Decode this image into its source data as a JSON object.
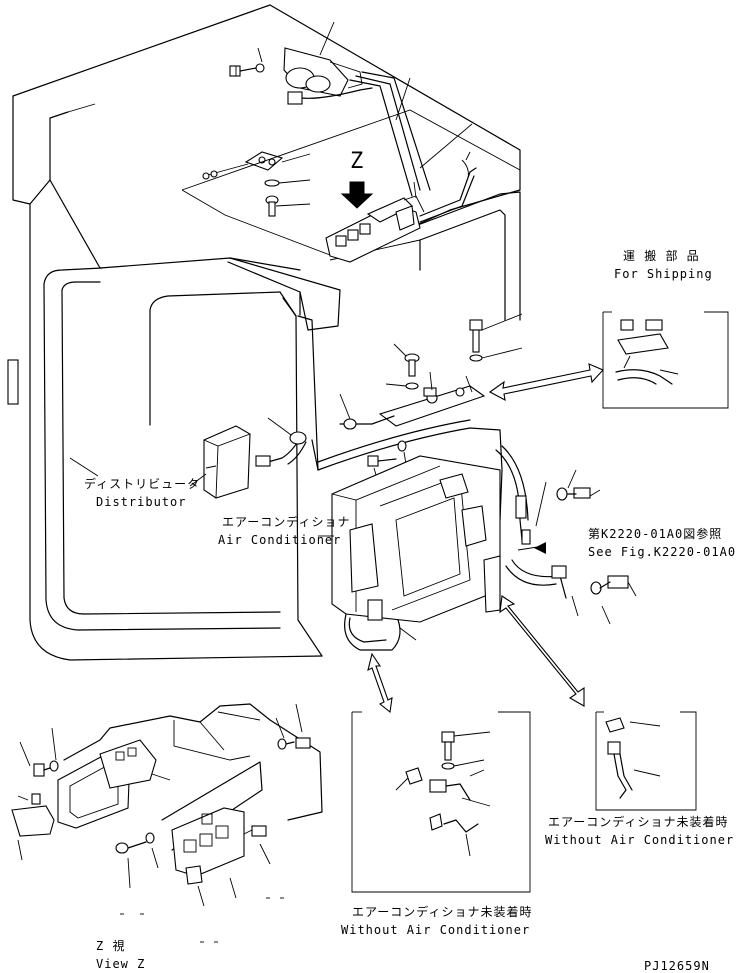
{
  "labels": {
    "view_letter": "Z",
    "shipping_jp": "運 搬 部 品",
    "shipping_en": "For Shipping",
    "distributor_jp": "ディストリビュータ",
    "distributor_en": "Distributor",
    "aircon_jp": "エアーコンディショナ",
    "aircon_en": "Air Conditioner",
    "ref_jp": "第K2220-01A0図参照",
    "ref_en": "See Fig.K2220-01A0",
    "without_ac_jp_right": "エアーコンディショナ未装着時",
    "without_ac_en_right": "Without Air Conditioner",
    "without_ac_jp_center": "エアーコンディショナ未装着時",
    "without_ac_en_center": "Without Air Conditioner",
    "view_z_jp": "Z 視",
    "view_z_en": "View Z",
    "part_code": "PJ12659N"
  }
}
